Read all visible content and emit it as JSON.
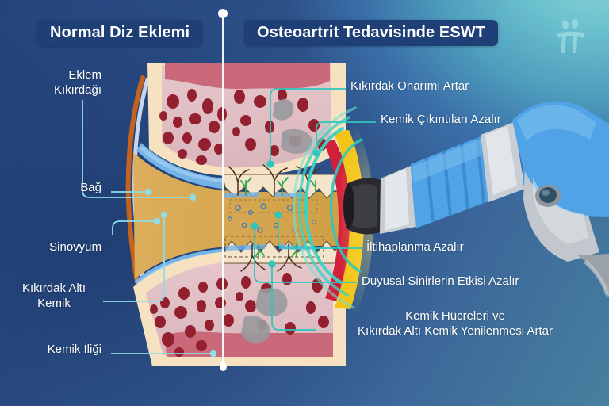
{
  "titles": {
    "left": "Normal Diz Eklemi",
    "right": "Osteoartrit Tedavisinde ESWT"
  },
  "logo": {
    "name": "brand-logo-pi-mark",
    "color": "#a8e3e8"
  },
  "colors": {
    "background_dark": "#25447c",
    "background_teal": "#6cc2ce",
    "badge": "#1f3f77",
    "connector": "#7fd8e0",
    "connector_right": "#2fc6bd",
    "divider": "#ffffff",
    "bone_outer": "#f6e2c0",
    "marrow_bg": "#e0bfc4",
    "marrow_blob": "#92202f",
    "cartilage": "#74b3e8",
    "joint_space": "#d9a855",
    "ligament": "#c4621f",
    "synovium": "#b8c7e8",
    "energy_yellow": "#f2c318",
    "energy_red": "#d21f3c",
    "shockwave": "#3ad4c4",
    "device_blue": "#53a8e8",
    "device_silver": "#c8cdd4",
    "device_tip": "#2a2a2e"
  },
  "left_labels": [
    {
      "id": "cartilage",
      "text": "Eklem\nKıkırdağı"
    },
    {
      "id": "ligament",
      "text": "Bağ"
    },
    {
      "id": "synovium",
      "text": "Sinovyum"
    },
    {
      "id": "subchon",
      "text": "Kıkırdak Altı\nKemik"
    },
    {
      "id": "marrow",
      "text": "Kemik İliği"
    }
  ],
  "right_labels": [
    {
      "id": "repair",
      "text": "Kıkırdak Onarımı Artar"
    },
    {
      "id": "osteo",
      "text": "Kemik Çıkıntıları Azalır"
    },
    {
      "id": "inflam",
      "text": "İltihaplanma Azalır"
    },
    {
      "id": "nerve",
      "text": "Duyusal Sinirlerin Etkisi Azalır"
    },
    {
      "id": "boneregen",
      "text": "Kemik Hücreleri ve\nKıkırdak Altı Kemik Yenilenmesi Artar"
    }
  ],
  "illustration": {
    "name": "knee-joint-cross-section",
    "left_half": "normal knee joint",
    "right_half": "osteoarthritic knee joint treated with ESWT",
    "device": "eswt-handpiece",
    "shockwave_rings": 4
  }
}
